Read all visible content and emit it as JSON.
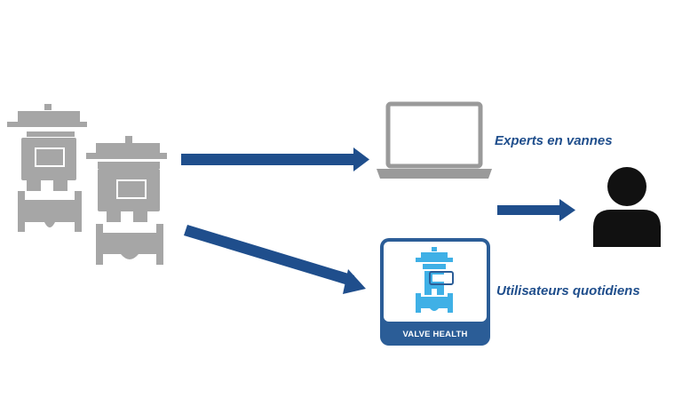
{
  "labels": {
    "experts": "Experts en vannes",
    "everyday_users": "Utilisateurs quotidiens"
  },
  "app": {
    "caption": "VALVE HEALTH"
  },
  "colors": {
    "arrow": "#1f4e8c",
    "valve_gray": "#a6a6a6",
    "app_blue": "#2b5d97",
    "app_icon": "#3fb0e6",
    "person": "#111111",
    "laptop": "#9a9a9a"
  },
  "icons": [
    "valve-icon",
    "laptop-icon",
    "valve-health-app-icon",
    "person-icon"
  ]
}
